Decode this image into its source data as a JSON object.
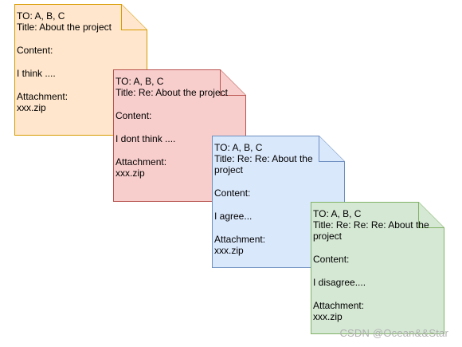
{
  "notes": [
    {
      "to": "TO: A, B, C",
      "title": "Title: About the project",
      "content_label": "Content:",
      "content": "I think ....",
      "attachment_label": "Attachment:",
      "attachment": "xxx.zip",
      "fill": "#ffe6cc",
      "stroke": "#d79b00"
    },
    {
      "to": "TO: A, B, C",
      "title": "Title: Re: About the project",
      "content_label": "Content:",
      "content": "I dont think ....",
      "attachment_label": "Attachment:",
      "attachment": "xxx.zip",
      "fill": "#f8cecc",
      "stroke": "#b85450"
    },
    {
      "to": "TO: A, B, C",
      "title": "Title: Re: Re: About the project",
      "content_label": "Content:",
      "content": "I agree...",
      "attachment_label": "Attachment:",
      "attachment": "xxx.zip",
      "fill": "#dae8fc",
      "stroke": "#6c8ebf"
    },
    {
      "to": "TO: A, B, C",
      "title": "Title: Re: Re: Re: About the project",
      "content_label": "Content:",
      "content": "I disagree....",
      "attachment_label": "Attachment:",
      "attachment": "xxx.zip",
      "fill": "#d5e8d4",
      "stroke": "#82b366"
    }
  ],
  "watermark": "CSDN @Ocean&&Star"
}
